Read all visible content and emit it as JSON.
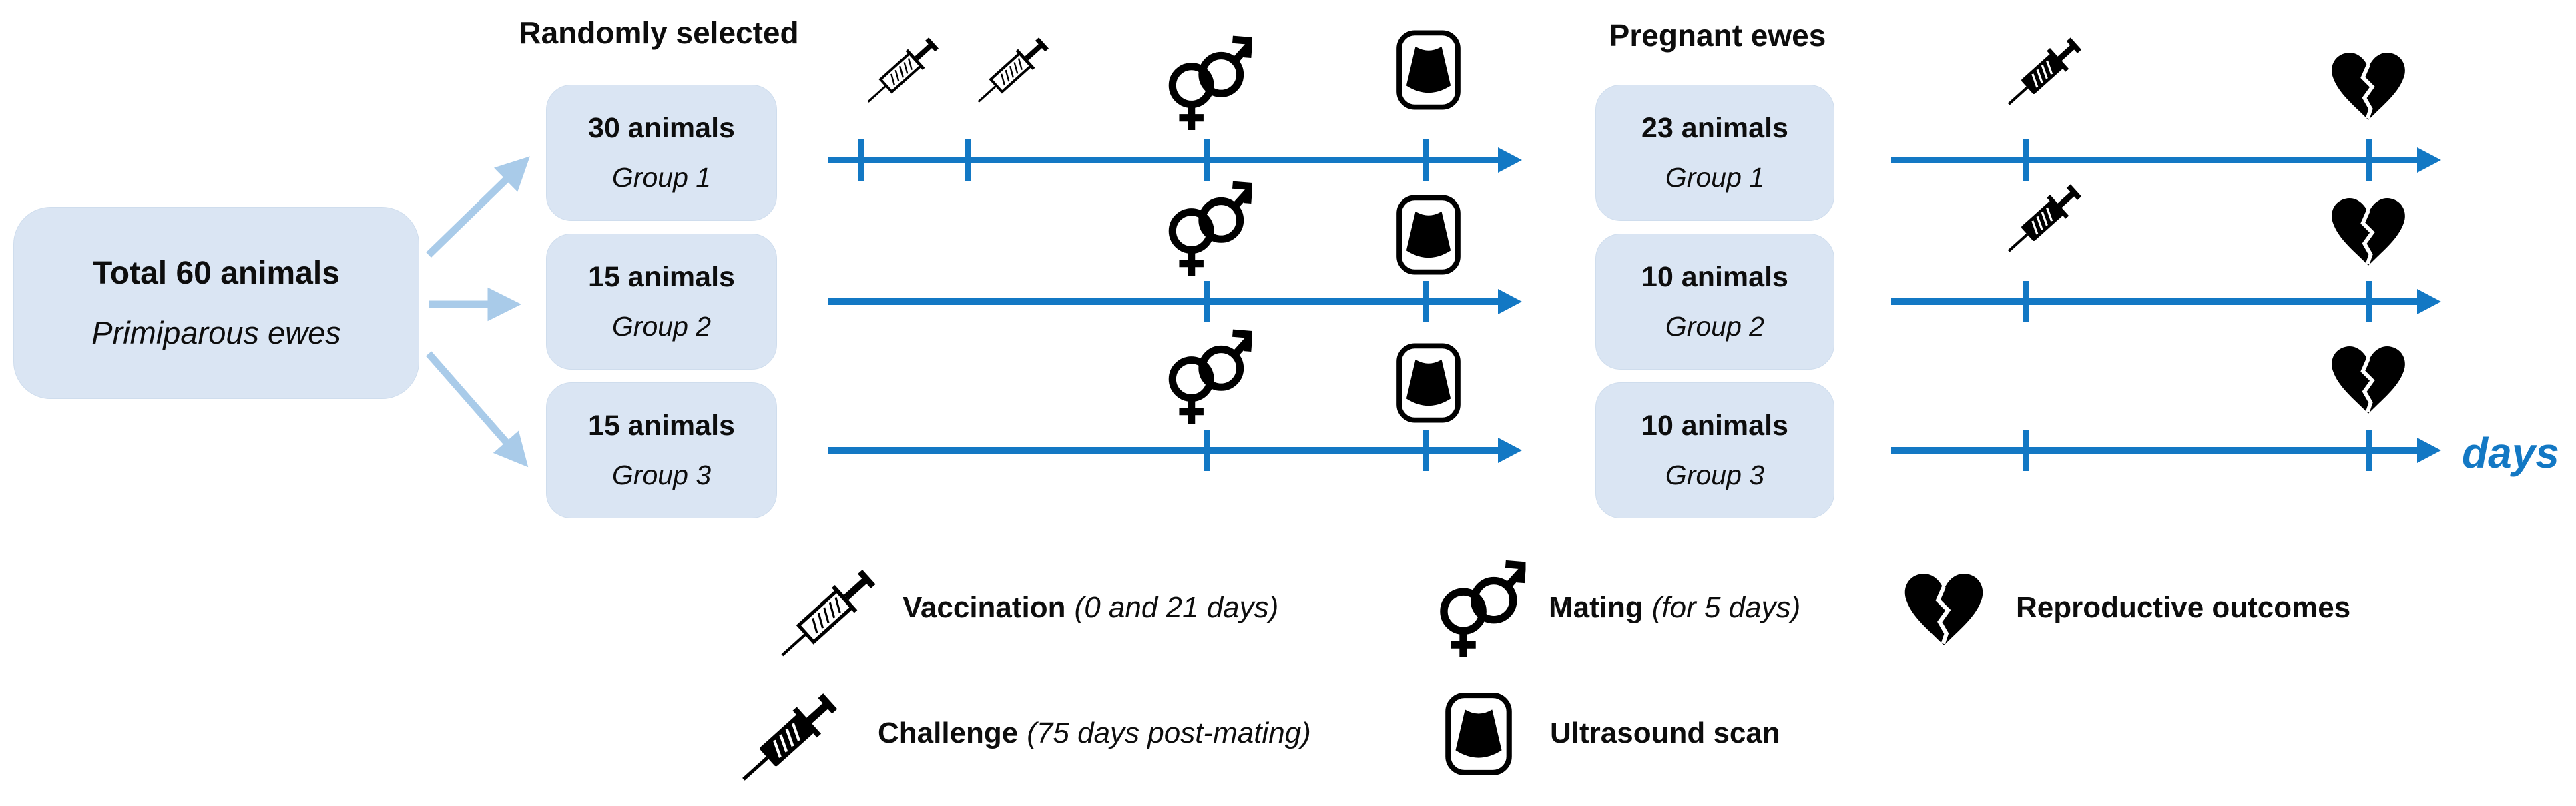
{
  "figure": {
    "headers": {
      "randomly_selected": "Randomly selected",
      "pregnant_ewes": "Pregnant ewes"
    },
    "source_box": {
      "title": "Total 60 animals",
      "subtitle": "Primiparous ewes"
    },
    "left_groups": [
      {
        "count": "30 animals",
        "name": "Group 1"
      },
      {
        "count": "15 animals",
        "name": "Group 2"
      },
      {
        "count": "15 animals",
        "name": "Group 3"
      }
    ],
    "right_groups": [
      {
        "count": "23 animals",
        "name": "Group 1"
      },
      {
        "count": "10 animals",
        "name": "Group 2"
      },
      {
        "count": "10 animals",
        "name": "Group 3"
      }
    ],
    "axis_label": "days",
    "timeline_events": {
      "pre_mating_phase": {
        "group1": [
          "vaccination (day 0)",
          "vaccination (day 21)",
          "mating",
          "ultrasound scan"
        ],
        "group2": [
          "mating",
          "ultrasound scan"
        ],
        "group3": [
          "mating",
          "ultrasound scan"
        ]
      },
      "pregnancy_phase": {
        "group1": [
          "challenge",
          "reproductive outcomes"
        ],
        "group2": [
          "challenge",
          "reproductive outcomes"
        ],
        "group3": [
          "reproductive outcomes"
        ]
      }
    },
    "legend": {
      "items": [
        {
          "icon": "syringe-outline-icon",
          "term": "Vaccination",
          "detail": "(0 and 21 days)"
        },
        {
          "icon": "mating-icon",
          "term": "Mating",
          "detail": "(for 5 days)"
        },
        {
          "icon": "broken-heart-icon",
          "term": "Reproductive outcomes",
          "detail": ""
        },
        {
          "icon": "syringe-solid-icon",
          "term": "Challenge",
          "detail": "(75 days post-mating)"
        },
        {
          "icon": "ultrasound-icon",
          "term": "Ultrasound scan",
          "detail": ""
        }
      ]
    },
    "colors": {
      "timeline_blue": "#1378c4",
      "box_fill": "#dae5f3",
      "branch_arrow_blue": "#a9cbe9",
      "icon_black": "#000000"
    }
  }
}
